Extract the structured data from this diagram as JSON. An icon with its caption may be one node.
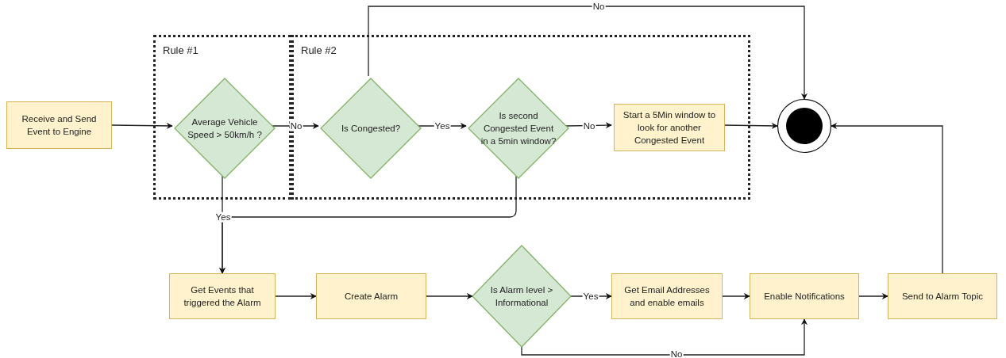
{
  "diagram": {
    "nodes": [
      {
        "text": [
          "Receive and Send Event to Engine"
        ]
      },
      {
        "text": [
          "Rule #1"
        ]
      },
      {
        "text": [
          "Average Vehicle Speed > 50km/h ?"
        ],
        "in": 1
      },
      {
        "text": [
          "Rule #2"
        ]
      },
      {
        "text": [
          "Is Congested?"
        ],
        "in": 3
      },
      {
        "text": [
          "Is second Congested Event in a 5min window?"
        ],
        "in": 3
      },
      {
        "text": [
          "Start a 5Min window to look for another Congested Event"
        ],
        "in": 3
      },
      {
        "text": [],
        "shape": "circle"
      },
      {
        "text": [
          "Get Events that triggered the Alarm"
        ]
      },
      {
        "text": [
          "Create Alarm"
        ]
      },
      {
        "text": [
          "Is Alarm level > Informational"
        ]
      },
      {
        "text": [
          "Get Email Addresses and enable emails"
        ]
      },
      {
        "text": [
          "Enable Notifications"
        ]
      },
      {
        "text": [
          "Send to Alarm Topic"
        ]
      }
    ],
    "edges": [
      {
        "from": 0,
        "to": 2,
        "arrow": "to"
      },
      {
        "from": 2,
        "to": 4,
        "arrow": "to",
        "label": "No"
      },
      {
        "from": 4,
        "to": 5,
        "arrow": "to",
        "label": "Yes"
      },
      {
        "from": 5,
        "to": 6,
        "arrow": "to",
        "label": "No"
      },
      {
        "from": 6,
        "to": 7,
        "arrow": "to"
      },
      {
        "from": 4,
        "to": 7,
        "arrow": "to",
        "label": "No"
      },
      {
        "from": 2,
        "to": 8,
        "arrow": "to",
        "label": "Yes"
      },
      {
        "from": 5,
        "to": 8,
        "arrow": "to"
      },
      {
        "from": 8,
        "to": 9,
        "arrow": "to"
      },
      {
        "from": 9,
        "to": 10,
        "arrow": "to"
      },
      {
        "from": 10,
        "to": 11,
        "arrow": "to",
        "label": "Yes"
      },
      {
        "from": 11,
        "to": 12,
        "arrow": "to"
      },
      {
        "from": 10,
        "to": 12,
        "arrow": "to",
        "label": "No"
      },
      {
        "from": 12,
        "to": 13,
        "arrow": "to"
      },
      {
        "from": 13,
        "to": 7,
        "arrow": "to"
      }
    ]
  }
}
